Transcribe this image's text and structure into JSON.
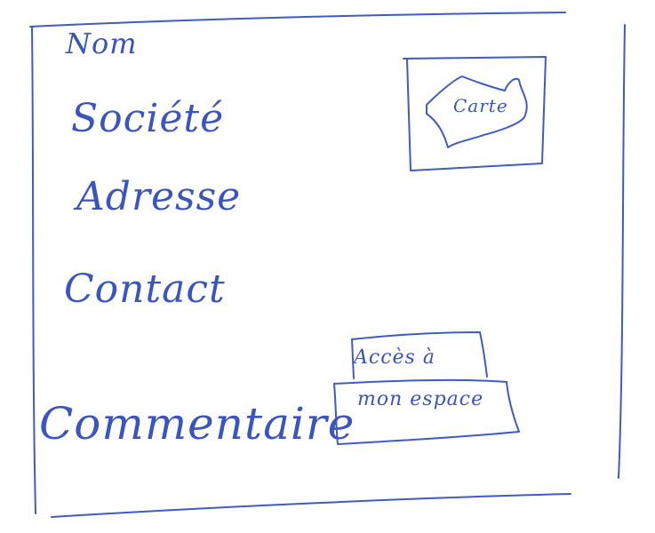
{
  "form": {
    "fields": [
      {
        "label": "Nom"
      },
      {
        "label": "Société"
      },
      {
        "label": "Adresse"
      },
      {
        "label": "Contact"
      },
      {
        "label": "Commentaire"
      }
    ]
  },
  "map": {
    "label": "Carte"
  },
  "access_button": {
    "line1": "Accès à",
    "line2": "mon espace"
  },
  "colors": {
    "ink": "#3f5bc4",
    "background": "#ffffff"
  }
}
